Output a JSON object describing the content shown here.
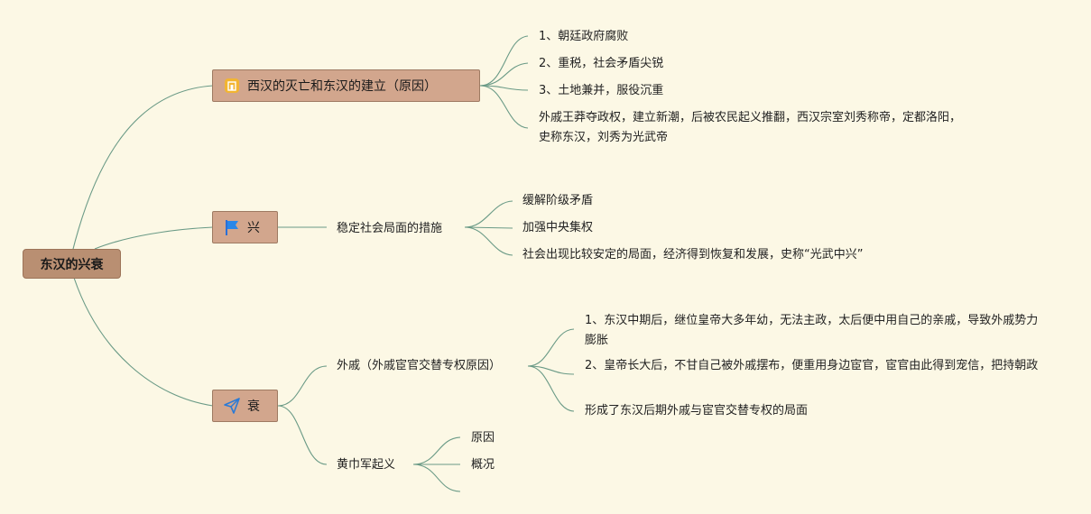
{
  "root": {
    "label": "东汉的兴衰"
  },
  "branches": {
    "fall_rise": {
      "label": "西汉的灭亡和东汉的建立（原因）",
      "items": [
        "1、朝廷政府腐败",
        "2、重税，社会矛盾尖锐",
        "3、土地兼并，服役沉重",
        "外戚王莽夺政权，建立新潮，后被农民起义推翻，西汉宗室刘秀称帝，定都洛阳，史称东汉，刘秀为光武帝"
      ]
    },
    "xing": {
      "label": "兴",
      "sub": {
        "label": "稳定社会局面的措施",
        "items": [
          "缓解阶级矛盾",
          "加强中央集权",
          "社会出现比较安定的局面，经济得到恢复和发展，史称“光武中兴”"
        ]
      }
    },
    "shuai": {
      "label": "衰",
      "waiqi": {
        "label": "外戚（外戚宦官交替专权原因）",
        "items": [
          "1、东汉中期后，继位皇帝大多年幼，无法主政，太后便中用自己的亲戚，导致外戚势力膨胀",
          "2、皇帝长大后，不甘自己被外戚摆布，便重用身边宦官，宦官由此得到宠信，把持朝政",
          "形成了东汉后期外戚与宦官交替专权的局面"
        ]
      },
      "huangjin": {
        "label": "黄巾军起义",
        "items": [
          "原因",
          "概况"
        ]
      }
    }
  },
  "colors": {
    "line": "#6a9a86",
    "root_bg": "#b98f72",
    "branch_bg": "#d2a68d"
  }
}
